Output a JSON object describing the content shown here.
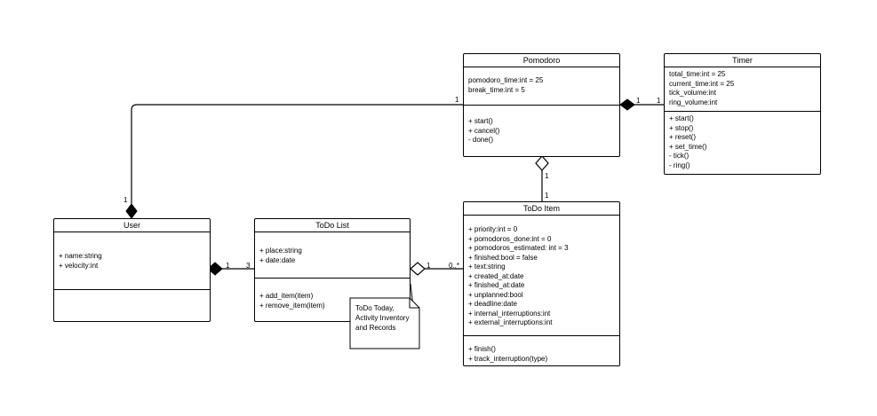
{
  "classes": {
    "pomodoro": {
      "name": "Pomodoro",
      "attributes": [
        "pomodoro_time:int = 25",
        "break_time:int = 5"
      ],
      "methods": [
        "+ start()",
        "+ cancel()",
        "- done()"
      ]
    },
    "timer": {
      "name": "Timer",
      "attributes": [
        "total_time:int = 25",
        "current_time:int = 25",
        "tick_volume:int",
        "ring_volume:int"
      ],
      "methods": [
        "+ start()",
        "+ stop()",
        "+ reset()",
        "+ set_time()",
        "- tick()",
        "- ring()"
      ]
    },
    "user": {
      "name": "User",
      "attributes": [
        "+ name:string",
        "+ velocity:int"
      ],
      "methods": []
    },
    "todo_list": {
      "name": "ToDo List",
      "attributes": [
        "+ place:string",
        "+ date:date"
      ],
      "methods": [
        "+ add_item(item)",
        "+ remove_item(item)"
      ]
    },
    "todo_item": {
      "name": "ToDo Item",
      "attributes": [
        "+ priority:int = 0",
        "+ pomodoros_done:int = 0",
        "+ pomodoros_estimated: int = 3",
        "+ finished:bool = false",
        "+ text:string",
        "+ created_at:date",
        "+ finished_at:date",
        "+ unplanned:bool",
        "+ deadline:date",
        "+ internal_interruptions:int",
        "+ external_interruptions:int"
      ],
      "methods": [
        "+ finish()",
        "+ track_interruption(type)"
      ]
    }
  },
  "note": {
    "lines": [
      "ToDo Today,",
      "Activity Inventory",
      "and Records"
    ]
  },
  "associations": {
    "pomodoro_timer": {
      "kind": "composition",
      "pomodoro_end": "1",
      "timer_end": "1"
    },
    "user_pomodoro": {
      "kind": "composition",
      "user_end": "1",
      "pomodoro_end": "1"
    },
    "user_todo_list": {
      "kind": "composition",
      "user_end": "1",
      "todo_list_end": "3"
    },
    "todo_list_item": {
      "kind": "aggregation",
      "todo_list_end": "1",
      "todo_item_end": "0..*"
    },
    "pomodoro_item": {
      "kind": "aggregation",
      "pomodoro_end": "1",
      "todo_item_end": "1"
    }
  }
}
